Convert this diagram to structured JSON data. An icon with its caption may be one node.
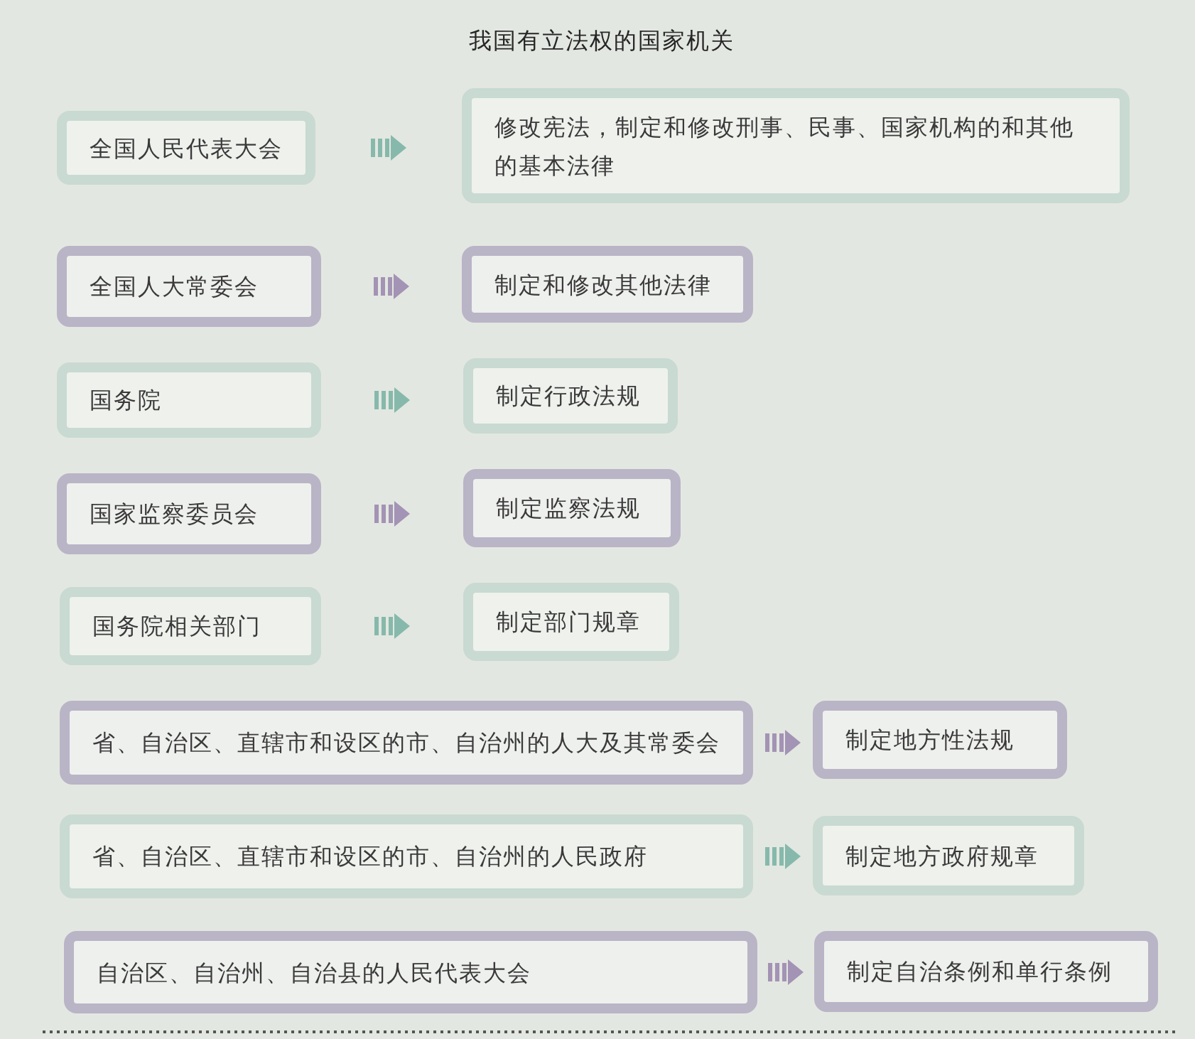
{
  "diagram": {
    "title": "我国有立法权的国家机关",
    "nodes": [
      {
        "text": [
          "全国人民代表大会"
        ]
      },
      {
        "text": [
          "修改宪法，制定和修改刑事、民事、国家机构的和其他的基本法律"
        ]
      },
      {
        "text": [
          "全国人大常委会"
        ]
      },
      {
        "text": [
          "制定和修改其他法律"
        ]
      },
      {
        "text": [
          "国务院"
        ]
      },
      {
        "text": [
          "制定行政法规"
        ]
      },
      {
        "text": [
          "国家监察委员会"
        ]
      },
      {
        "text": [
          "制定监察法规"
        ]
      },
      {
        "text": [
          "国务院相关部门"
        ]
      },
      {
        "text": [
          "制定部门规章"
        ]
      },
      {
        "text": [
          "省、自治区、直辖市和设区的市、自治州的人大及其常委会"
        ]
      },
      {
        "text": [
          "制定地方性法规"
        ]
      },
      {
        "text": [
          "省、自治区、直辖市和设区的市、自治州的人民政府"
        ]
      },
      {
        "text": [
          "制定地方政府规章"
        ]
      },
      {
        "text": [
          "自治区、自治州、自治县的人民代表大会"
        ]
      },
      {
        "text": [
          "制定自治条例和单行条例"
        ]
      }
    ],
    "edges": [
      {
        "from": 0,
        "to": 1,
        "arrow": "to",
        "color": "#86b9ab"
      },
      {
        "from": 2,
        "to": 3,
        "arrow": "to",
        "color": "#a393b4"
      },
      {
        "from": 4,
        "to": 5,
        "arrow": "to",
        "color": "#86b9ab"
      },
      {
        "from": 6,
        "to": 7,
        "arrow": "to",
        "color": "#a393b4"
      },
      {
        "from": 8,
        "to": 9,
        "arrow": "to",
        "color": "#86b9ab"
      },
      {
        "from": 10,
        "to": 11,
        "arrow": "to",
        "color": "#a393b4"
      },
      {
        "from": 12,
        "to": 13,
        "arrow": "to",
        "color": "#86b9ab"
      },
      {
        "from": 14,
        "to": 15,
        "arrow": "to",
        "color": "#a393b4"
      }
    ]
  }
}
